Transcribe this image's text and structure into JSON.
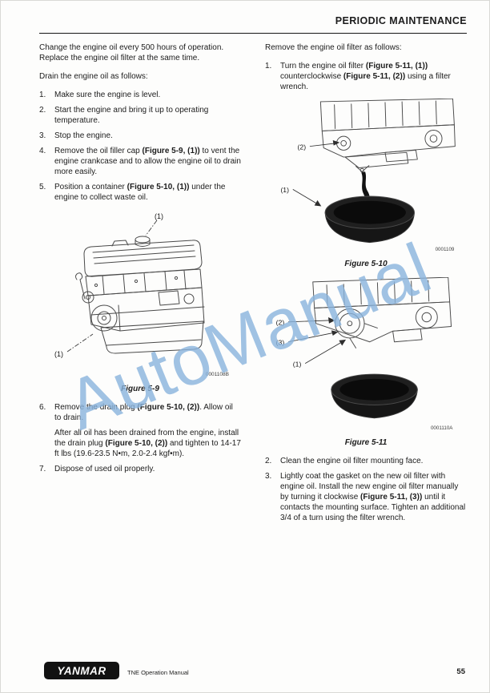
{
  "header": {
    "title": "PERIODIC MAINTENANCE"
  },
  "watermark": {
    "text": "AutoManual",
    "color": "#8ab4dd"
  },
  "left": {
    "intro": "Change the engine oil every 500 hours of operation. Replace the engine oil filter at the same time.",
    "drain_heading": "Drain the engine oil as follows:",
    "steps": [
      {
        "num": "1.",
        "parts": [
          {
            "t": "Make sure the engine is level.",
            "b": false
          }
        ]
      },
      {
        "num": "2.",
        "parts": [
          {
            "t": "Start the engine and bring it up to operating temperature.",
            "b": false
          }
        ]
      },
      {
        "num": "3.",
        "parts": [
          {
            "t": "Stop the engine.",
            "b": false
          }
        ]
      },
      {
        "num": "4.",
        "parts": [
          {
            "t": "Remove the oil filler cap ",
            "b": false
          },
          {
            "t": "(Figure 5-9, (1))",
            "b": true
          },
          {
            "t": " to vent the engine crankcase and to allow the engine oil to drain more easily.",
            "b": false
          }
        ]
      },
      {
        "num": "5.",
        "parts": [
          {
            "t": "Position a container ",
            "b": false
          },
          {
            "t": "(Figure 5-10, (1))",
            "b": true
          },
          {
            "t": " under the engine to collect waste oil.",
            "b": false
          }
        ]
      }
    ],
    "figure_5_9": {
      "caption": "Figure 5-9",
      "code": "0001108B",
      "labels": [
        "(1)",
        "(1)"
      ]
    },
    "steps_after": [
      {
        "num": "6.",
        "parts": [
          {
            "t": "Remove the drain plug ",
            "b": false
          },
          {
            "t": "(Figure 5-10, (2))",
            "b": true
          },
          {
            "t": ". Allow oil to drain.",
            "b": false
          }
        ]
      },
      {
        "num": "",
        "parts": [
          {
            "t": "After all oil has been drained from the engine, install the drain plug ",
            "b": false
          },
          {
            "t": "(Figure 5-10, (2))",
            "b": true
          },
          {
            "t": " and tighten to 14-17 ft lbs (19.6-23.5 N•m, 2.0-2.4 kgf•m).",
            "b": false
          }
        ]
      },
      {
        "num": "7.",
        "parts": [
          {
            "t": "Dispose of used oil properly.",
            "b": false
          }
        ]
      }
    ]
  },
  "right": {
    "intro": "Remove the engine oil filter as follows:",
    "steps_before": [
      {
        "num": "1.",
        "parts": [
          {
            "t": "Turn the engine oil filter ",
            "b": false
          },
          {
            "t": "(Figure 5-11, (1))",
            "b": true
          },
          {
            "t": " counterclockwise ",
            "b": false
          },
          {
            "t": "(Figure 5-11, (2))",
            "b": true
          },
          {
            "t": " using a filter wrench.",
            "b": false
          }
        ]
      }
    ],
    "figure_5_10": {
      "caption": "Figure 5-10",
      "code": "0001109",
      "labels": [
        "(2)",
        "(1)"
      ]
    },
    "figure_5_11": {
      "caption": "Figure 5-11",
      "code": "0001110A",
      "labels": [
        "(2)",
        "(3)",
        "(1)"
      ]
    },
    "steps_after": [
      {
        "num": "2.",
        "parts": [
          {
            "t": "Clean the engine oil filter mounting face.",
            "b": false
          }
        ]
      },
      {
        "num": "3.",
        "parts": [
          {
            "t": "Lightly coat the gasket on the new oil filter with engine oil. Install the new engine oil filter manually by turning it clockwise ",
            "b": false
          },
          {
            "t": "(Figure 5-11, (3))",
            "b": true
          },
          {
            "t": " until it contacts the mounting surface. Tighten an additional 3/4 of a turn using the filter wrench.",
            "b": false
          }
        ]
      }
    ]
  },
  "footer": {
    "logo_text": "YANMAR",
    "manual_name": "TNE Operation Manual",
    "page_number": "55"
  }
}
